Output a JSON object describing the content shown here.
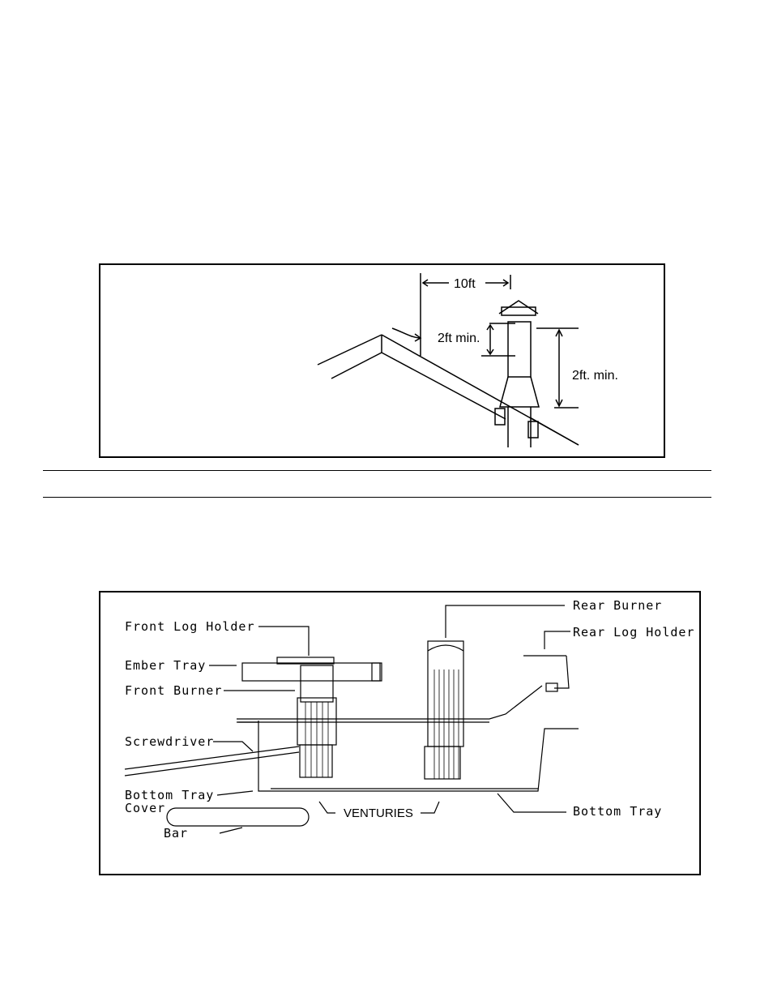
{
  "figure1": {
    "labels": {
      "horizontal_clearance": "10ft",
      "ridge_clearance": "2ft min.",
      "chimney_height": "2ft. min."
    }
  },
  "figure2": {
    "labels": {
      "rear_burner": "Rear Burner",
      "front_log_holder": "Front Log Holder",
      "rear_log_holder": "Rear Log Holder",
      "ember_tray": "Ember Tray",
      "front_burner": "Front Burner",
      "screwdriver": "Screwdriver",
      "bottom_tray_cover_line1": "Bottom Tray",
      "bottom_tray_cover_line2": "Cover",
      "venturies": "VENTURIES",
      "bottom_tray": "Bottom Tray",
      "bar": "Bar"
    }
  }
}
